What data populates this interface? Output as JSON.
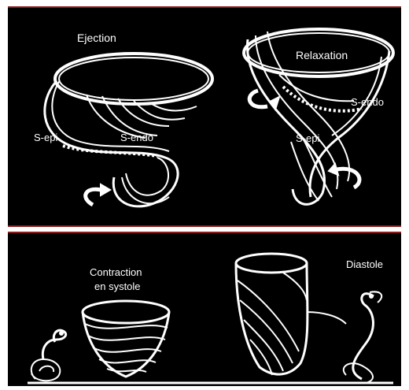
{
  "top_panel": {
    "left_label_title": "Ejection",
    "left_label_epi": "S-epi",
    "left_label_endo": "S-endo",
    "right_label_title": "Relaxation",
    "right_label_endo": "S-endo",
    "right_label_epi": "S-epi"
  },
  "bottom_panel": {
    "contraction_line1": "Contraction",
    "contraction_line2": "en systole",
    "diastole_label": "Diastole"
  },
  "colors": {
    "background": "#000000",
    "stroke": "#ffffff",
    "border": "#8a1c1c"
  }
}
